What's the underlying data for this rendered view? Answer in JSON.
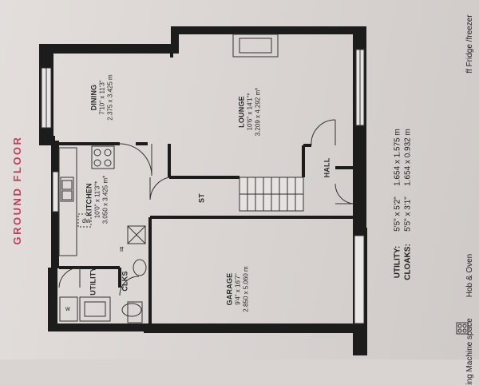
{
  "plan": {
    "floor_title": "GROUND FLOOR",
    "rooms": [
      {
        "id": "dining",
        "name": "DINING",
        "dims_imperial": "7'10\" x 11'3\"",
        "dims_metric": "2.375 x 3.425 m"
      },
      {
        "id": "lounge",
        "name": "LOUNGE",
        "dims_imperial": "10'6\" x 14'1\"*",
        "dims_metric": "3.209 x 4.292 m*"
      },
      {
        "id": "kitchen",
        "name": "KITCHEN",
        "dims_imperial": "10'0\" x 11'3\"*",
        "dims_metric": "3.050 x 3.425 m*"
      },
      {
        "id": "garage",
        "name": "GARAGE",
        "dims_imperial": "9'4\" x 16'7\"",
        "dims_metric": "2.850 x 5.060 m"
      },
      {
        "id": "hall",
        "name": "HALL"
      },
      {
        "id": "st",
        "name": "ST"
      },
      {
        "id": "clks",
        "name": "CLKS"
      },
      {
        "id": "utility",
        "name": "UTILITY"
      }
    ],
    "fixtures": {
      "dw": "dw",
      "ff": "ff",
      "w": "w"
    },
    "legend": [
      {
        "label": "UTILITY:",
        "imperial": "5'5\" x 5'2\"",
        "metric": "1.654 x 1.575 m"
      },
      {
        "label": "CLOAKS:",
        "imperial": "5'5\" x 3'1\"",
        "metric": "1.654 x 0.932 m"
      }
    ],
    "edge_text": {
      "fridge": "ff  Fridge /freezer",
      "hob": "Hob & Oven",
      "machine": "ing Machine space"
    }
  }
}
